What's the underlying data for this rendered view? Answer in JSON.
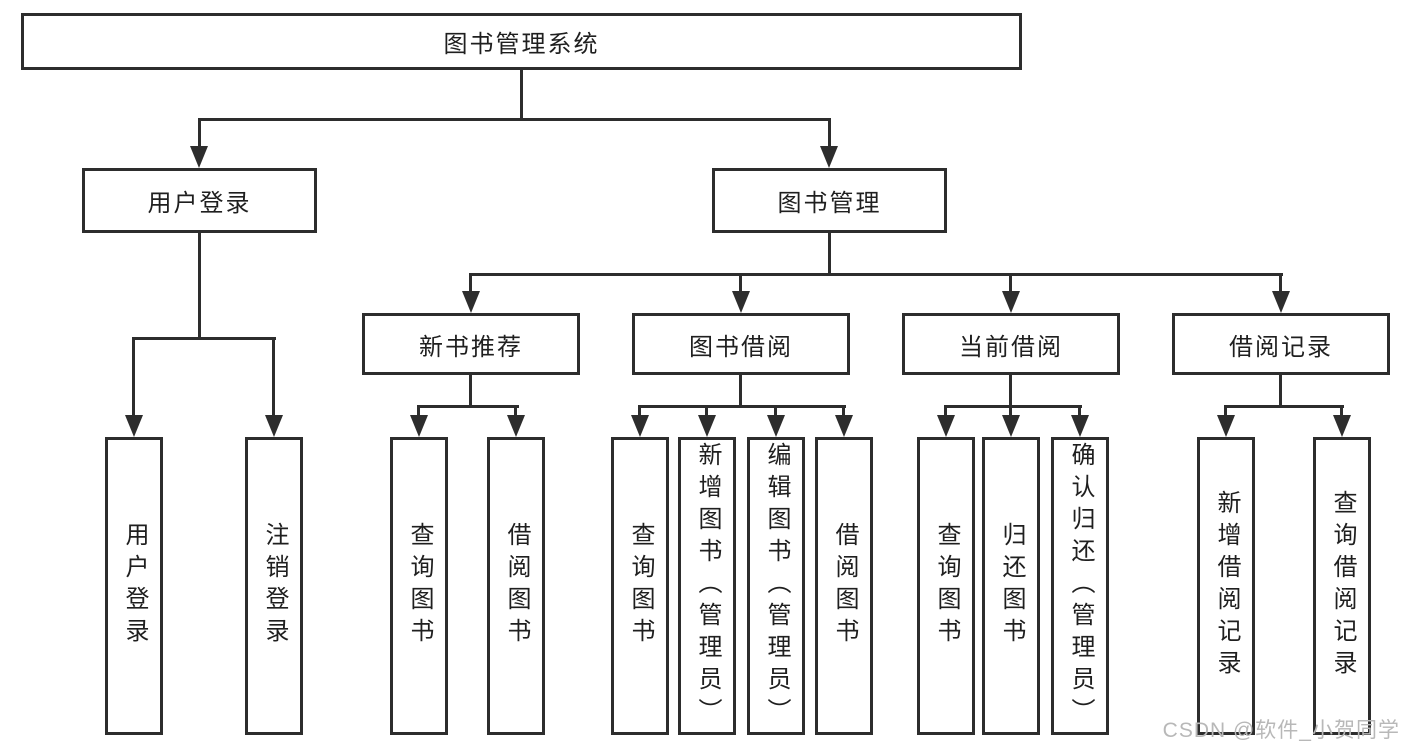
{
  "diagram": {
    "root": {
      "label": "图书管理系统"
    },
    "user_login": {
      "label": "用户登录",
      "children": [
        {
          "label": "用户登录"
        },
        {
          "label": "注销登录"
        }
      ]
    },
    "book_management": {
      "label": "图书管理",
      "modules": [
        {
          "label": "新书推荐",
          "children": [
            {
              "label": "查询图书"
            },
            {
              "label": "借阅图书"
            }
          ]
        },
        {
          "label": "图书借阅",
          "children": [
            {
              "label": "查询图书"
            },
            {
              "label": "新增图书（管理员）"
            },
            {
              "label": "编辑图书（管理员）"
            },
            {
              "label": "借阅图书"
            }
          ]
        },
        {
          "label": "当前借阅",
          "children": [
            {
              "label": "查询图书"
            },
            {
              "label": "归还图书"
            },
            {
              "label": "确认归还（管理员）"
            }
          ]
        },
        {
          "label": "借阅记录",
          "children": [
            {
              "label": "新增借阅记录"
            },
            {
              "label": "查询借阅记录"
            }
          ]
        }
      ]
    }
  },
  "watermark": {
    "text": "CSDN @软件_小贺同学"
  },
  "colors": {
    "line": "#2d2d2d",
    "text": "#1f1f1f",
    "background": "#ffffff",
    "watermark": "#b8b8b8"
  }
}
